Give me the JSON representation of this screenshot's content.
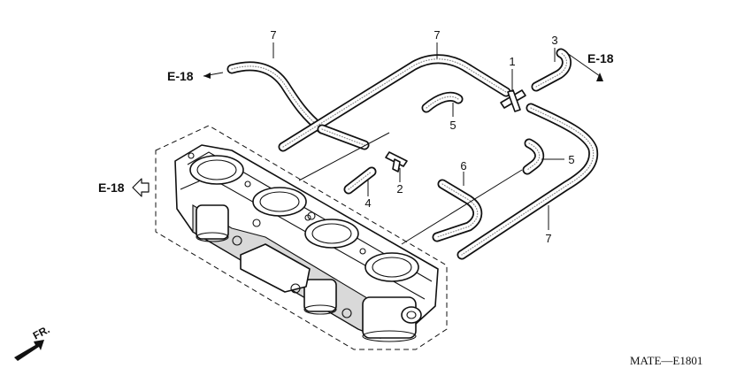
{
  "callouts": {
    "c7_top_left": "7",
    "c7_top_mid": "7",
    "c7_bottom_right": "7",
    "c1": "1",
    "c2": "2",
    "c3": "3",
    "c4": "4",
    "c5_mid": "5",
    "c5_right": "5",
    "c6": "6"
  },
  "references": {
    "e18_top_left": "E-18",
    "e18_top_right": "E-18",
    "e18_left": "E-18"
  },
  "direction_label": "FR.",
  "diagram_code": "MATE—E1801"
}
